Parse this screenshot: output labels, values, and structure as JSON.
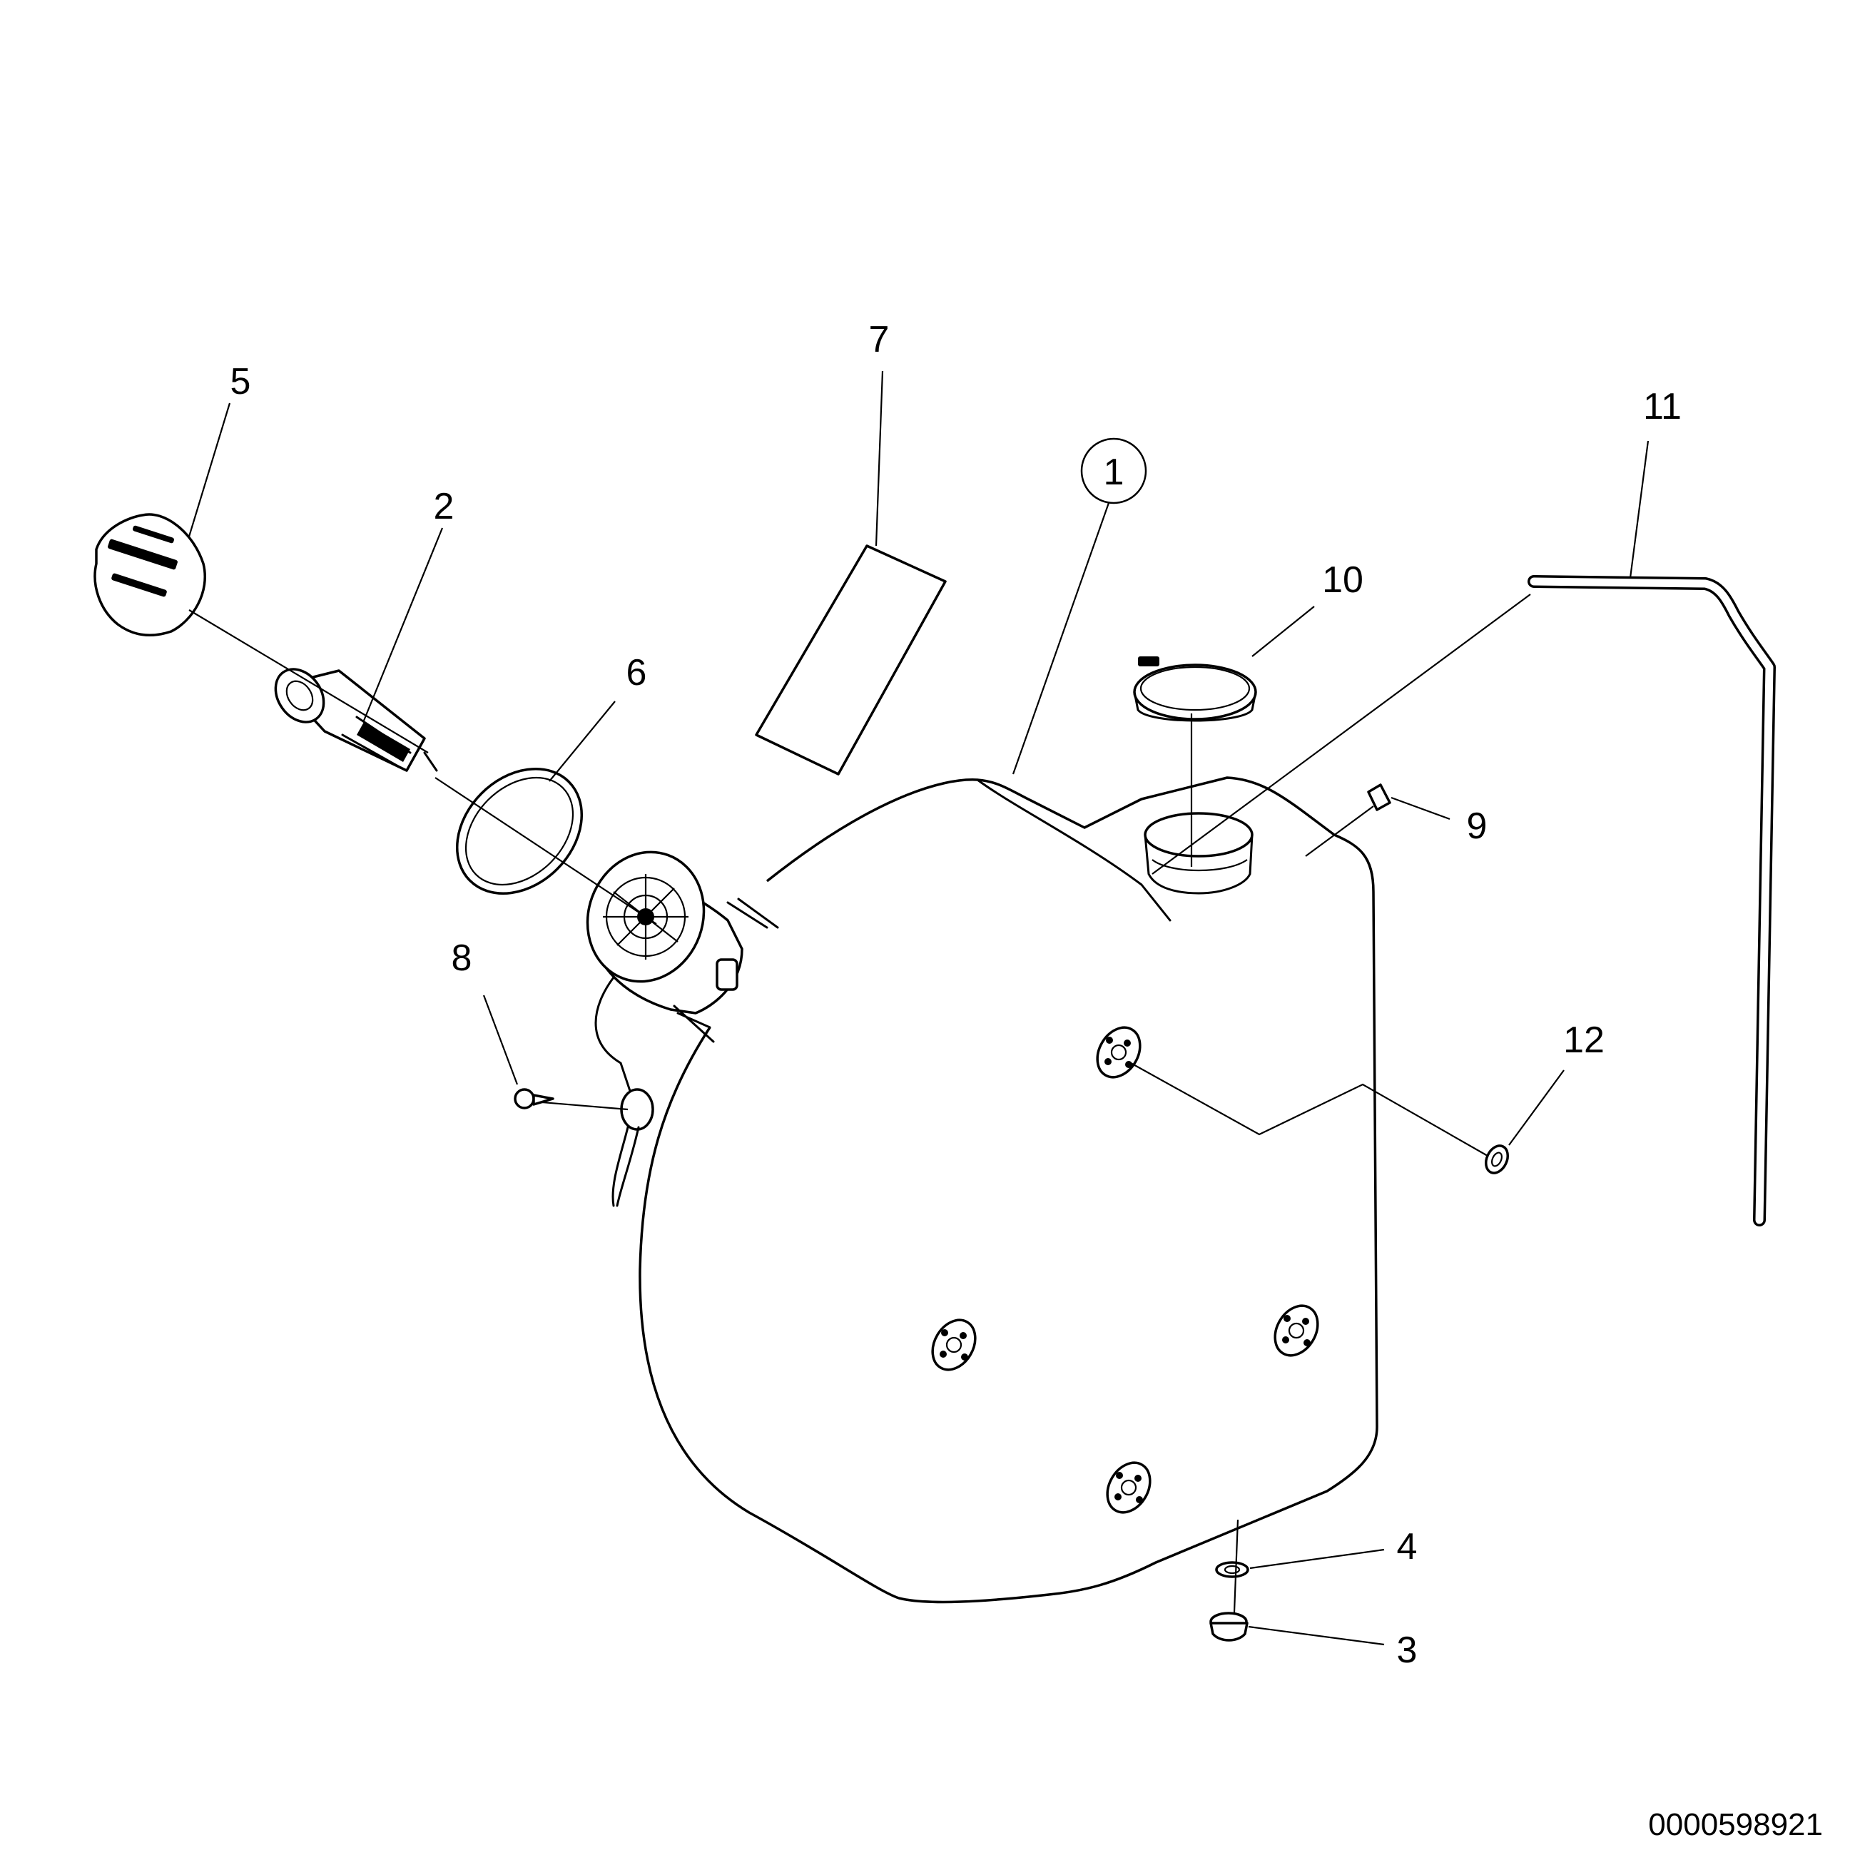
{
  "diagram": {
    "callouts": [
      "1",
      "2",
      "3",
      "4",
      "5",
      "6",
      "7",
      "8",
      "9",
      "10",
      "11",
      "12"
    ],
    "document_id": "0000598921"
  }
}
